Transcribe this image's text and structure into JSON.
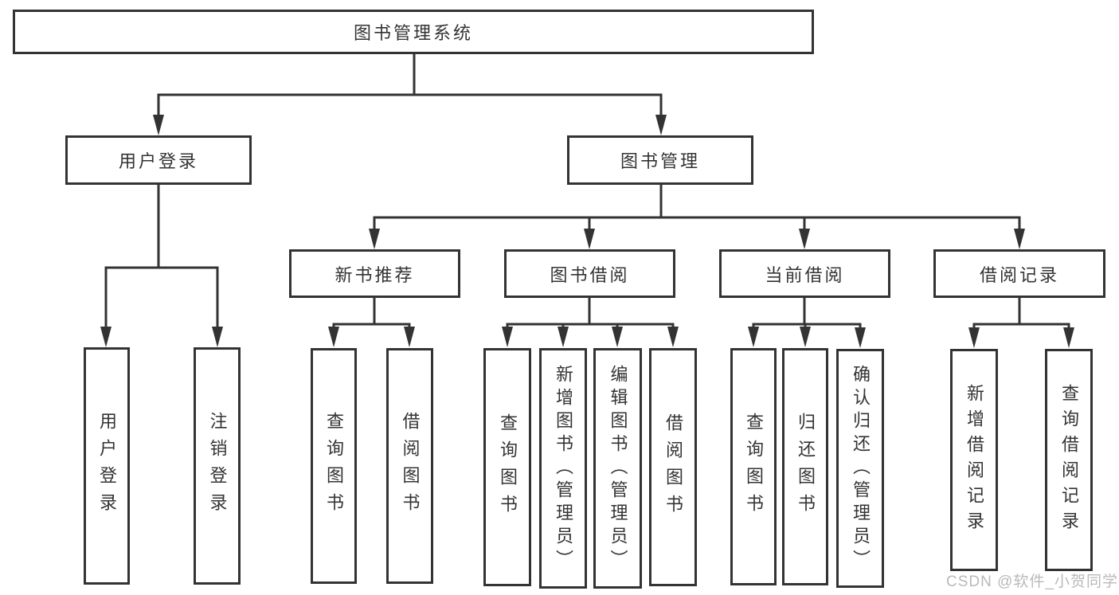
{
  "diagram": {
    "root": "图书管理系统",
    "branches": {
      "user_login": {
        "label": "用户登录",
        "children": [
          "用户登录",
          "注销登录"
        ]
      },
      "book_management": {
        "label": "图书管理",
        "sections": {
          "new_books": {
            "label": "新书推荐",
            "children": [
              "查询图书",
              "借阅图书"
            ]
          },
          "book_borrow": {
            "label": "图书借阅",
            "children": [
              "查询图书",
              "新增图书（管理员）",
              "编辑图书（管理员）",
              "借阅图书"
            ]
          },
          "current_borrow": {
            "label": "当前借阅",
            "children": [
              "查询图书",
              "归还图书",
              "确认归还（管理员）"
            ]
          },
          "borrow_records": {
            "label": "借阅记录",
            "children": [
              "新增借阅记录",
              "查询借阅记录"
            ]
          }
        }
      }
    }
  },
  "watermark": "CSDN @软件_小贺同学",
  "colors": {
    "line": "#333333",
    "text": "#333333",
    "watermark": "#b9b9b9",
    "background": "#ffffff"
  }
}
